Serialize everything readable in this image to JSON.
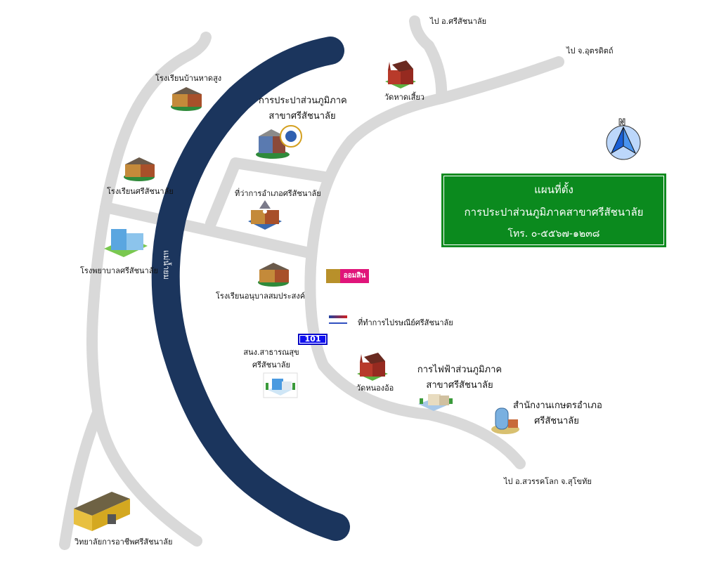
{
  "title_box": {
    "line1": "แผนที่ตั้ง",
    "line2": "การประปาส่วนภูมิภาคสาขาศรีสัชนาลัย",
    "line3": "โทร. ๐-๕๕๖๗-๑๒๓๘",
    "bg_color": "#0b8a1e"
  },
  "compass": {
    "letter": "N",
    "icon": "north-arrow-icon"
  },
  "river": {
    "label": "แม่น้ำยม",
    "color": "#1b355d"
  },
  "road_color": "#d9d9d9",
  "route_shield": {
    "number": "101",
    "color": "#1010ee"
  },
  "directions": {
    "north": "ไป อ.ศรีสัชนาลัย",
    "northeast": "ไป จ.อุตรดิตถ์",
    "south": "ไป อ.สวรรคโลก จ.สุโขทัย"
  },
  "landmarks": {
    "school_hadsung": {
      "label": "โรงเรียนบ้านหาดสูง",
      "icon": "school-building-icon"
    },
    "pwa_office": {
      "line1": "การประปาส่วนภูมิภาค",
      "line2": "สาขาศรีสัชนาลัย",
      "icon": "water-authority-office-icon"
    },
    "wat_hadsiao": {
      "label": "วัดหาดเสี้ยว",
      "icon": "temple-icon"
    },
    "school_srisatchanalai": {
      "label": "โรงเรียนศรีสัชนาลัย",
      "icon": "school-building-icon"
    },
    "district_office": {
      "label": "ที่ว่าการอำเภอศรีสัชนาลัย",
      "icon": "district-office-icon"
    },
    "hospital": {
      "label": "โรงพยาบาลศรีสัชนาลัย",
      "icon": "hospital-icon"
    },
    "kindergarten": {
      "label": "โรงเรียนอนุบาลสมประสงค์",
      "icon": "school-building-icon"
    },
    "gsb_bank": {
      "label": "ออมสิน",
      "icon": "bank-logo-icon"
    },
    "post_office": {
      "label": "ที่ทำการไปรษณีย์ศรีสัชนาลัย",
      "icon": "post-office-logo-icon"
    },
    "health_office": {
      "line1": "สนง.สาธารณสุข",
      "line2": "ศรีสัชนาลัย",
      "icon": "health-office-icon"
    },
    "wat_nongor": {
      "label": "วัดหนองอ้อ",
      "icon": "temple-icon"
    },
    "pea_office": {
      "line1": "การไฟฟ้าส่วนภูมิภาค",
      "line2": "สาขาศรีสัชนาลัย",
      "icon": "electricity-office-icon"
    },
    "agri_office": {
      "line1": "สำนักงานเกษตรอำเภอ",
      "line2": "ศรีสัชนาลัย",
      "icon": "agriculture-office-icon"
    },
    "vocational_college": {
      "label": "วิทยาลัยการอาชีพศรีสัชนาลัย",
      "icon": "college-building-icon"
    }
  }
}
